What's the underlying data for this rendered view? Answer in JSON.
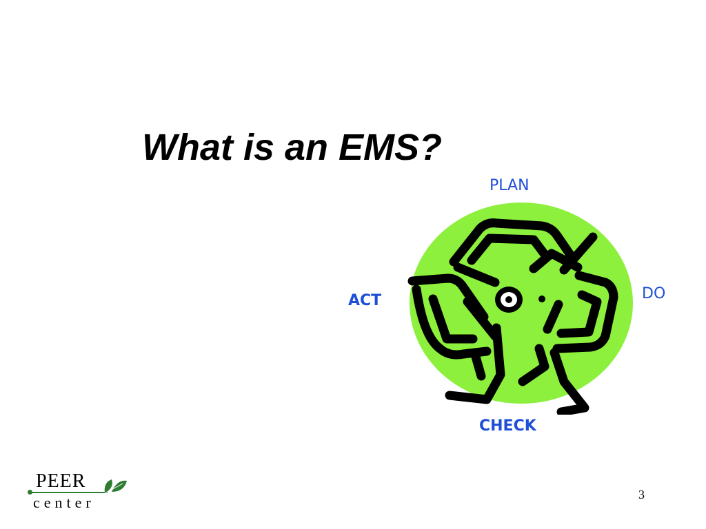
{
  "slide": {
    "title": "What is an EMS?",
    "page_number": "3"
  },
  "cycle": {
    "plan_label": "PLAN",
    "do_label": "DO",
    "check_label": "CHECK",
    "act_label": "ACT",
    "label_color": "#1f4fd6",
    "circle_color": "#8cf03c",
    "arrow_color": "#000000"
  },
  "logo": {
    "line1": "PEER",
    "line2": "center",
    "accent_color": "#2f7d32",
    "icon": "leaf-icon"
  }
}
